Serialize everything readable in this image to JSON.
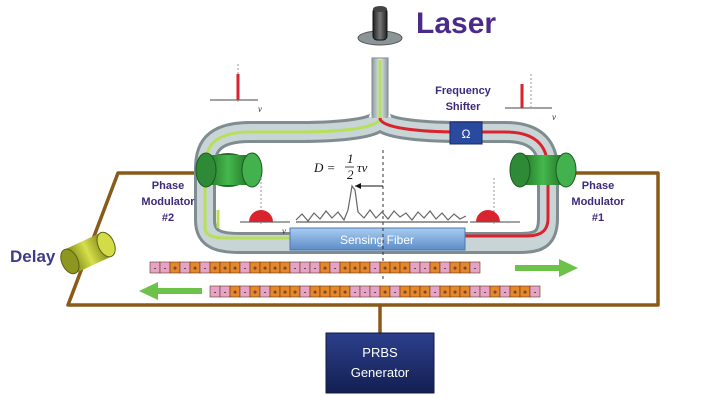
{
  "labels": {
    "laser": "Laser",
    "frequency_shifter": [
      "Frequency",
      "Shifter"
    ],
    "omega": "Ω",
    "phase_modulator_2": [
      "Phase",
      "Modulator",
      "#2"
    ],
    "phase_modulator_1": [
      "Phase",
      "Modulator",
      "#1"
    ],
    "delay": "Delay",
    "sensing_fiber": "Sensing Fiber",
    "prbs_generator": [
      "PRBS",
      "Generator"
    ],
    "formula_lhs": "D =",
    "formula_num": "1",
    "formula_den": "2",
    "formula_rhs": "τv",
    "axis_symbol": "v"
  },
  "code_sequences": {
    "upper": [
      "-",
      "-",
      "+",
      "-",
      "+",
      "-",
      "+",
      "+",
      "+",
      "-",
      "+",
      "+",
      "+",
      "+",
      "-",
      "-",
      "-",
      "+",
      "-",
      "+",
      "+",
      "+",
      "-",
      "+",
      "+",
      "+",
      "-",
      "-",
      "+",
      "-",
      "+",
      "+",
      "-"
    ],
    "lower": [
      "-",
      "-",
      "+",
      "-",
      "+",
      "-",
      "+",
      "+",
      "+",
      "-",
      "+",
      "+",
      "+",
      "+",
      "-",
      "-",
      "-",
      "+",
      "-",
      "+",
      "+",
      "+",
      "-",
      "+",
      "+",
      "+",
      "-",
      "-",
      "+",
      "-",
      "+",
      "+",
      "-"
    ]
  },
  "colors": {
    "plus_segment": "#e8862a",
    "minus_segment": "#e7a3c6",
    "tube": "#b9c6c9",
    "green_line": "#b6e05a",
    "red_line": "#d9232e",
    "frame": "#8a5a1a",
    "modulator": "#2f9e3a",
    "delay": "#b6c22a",
    "shifter": "#2a4aa0",
    "prbs": "#1e2d6e",
    "fiber": "#8bb4e6",
    "title": "#4b2a8a"
  }
}
